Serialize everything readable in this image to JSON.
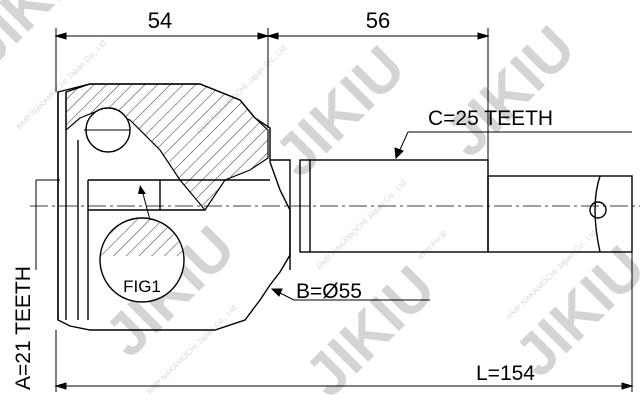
{
  "dimensions": {
    "joint_width": "54",
    "shaft_length": "56",
    "outer_spline": "C=25 TEETH",
    "inner_spline": "A=21 TEETH",
    "abs_ring": "B=Ø55",
    "total_length": "L=154"
  },
  "figure_label": "FIG1",
  "watermark": {
    "brand": "JIKIU",
    "small_text": "RMP NAKAMOCHI Japan Co., Ltd",
    "site": "www.kiu.jp"
  },
  "colors": {
    "line": "#000000",
    "watermark": "#d4d4d4",
    "background": "#ffffff"
  }
}
